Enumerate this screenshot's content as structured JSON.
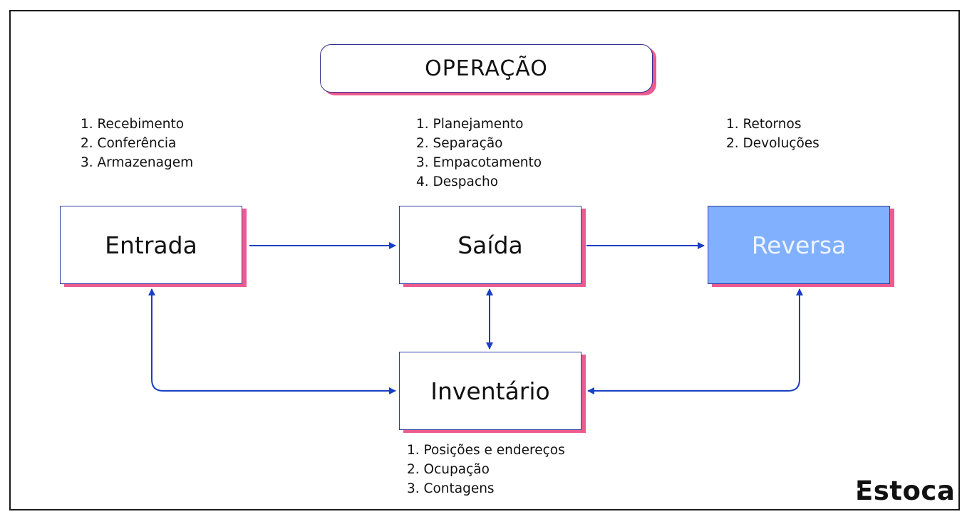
{
  "title": "OPERAÇÃO",
  "nodes": {
    "entrada": {
      "label": "Entrada",
      "steps": [
        "1. Recebimento",
        "2. Conferência",
        "3. Armazenagem"
      ]
    },
    "saida": {
      "label": "Saída",
      "steps": [
        "1. Planejamento",
        "2. Separação",
        "3. Empacotamento",
        "4. Despacho"
      ]
    },
    "reversa": {
      "label": "Reversa",
      "steps": [
        "1. Retornos",
        "2. Devoluções"
      ]
    },
    "inventario": {
      "label": "Inventário",
      "steps": [
        "1. Posições e endereços",
        "2. Ocupação",
        "3. Contagens"
      ]
    }
  },
  "logo": {
    "first": "E",
    "rest": "stoca"
  },
  "colors": {
    "arrow": "#1a3fc4",
    "node_border": "#2f3fa0",
    "shadow_accent": "#ec5b8f",
    "reversa_fill": "#80b0ff"
  }
}
